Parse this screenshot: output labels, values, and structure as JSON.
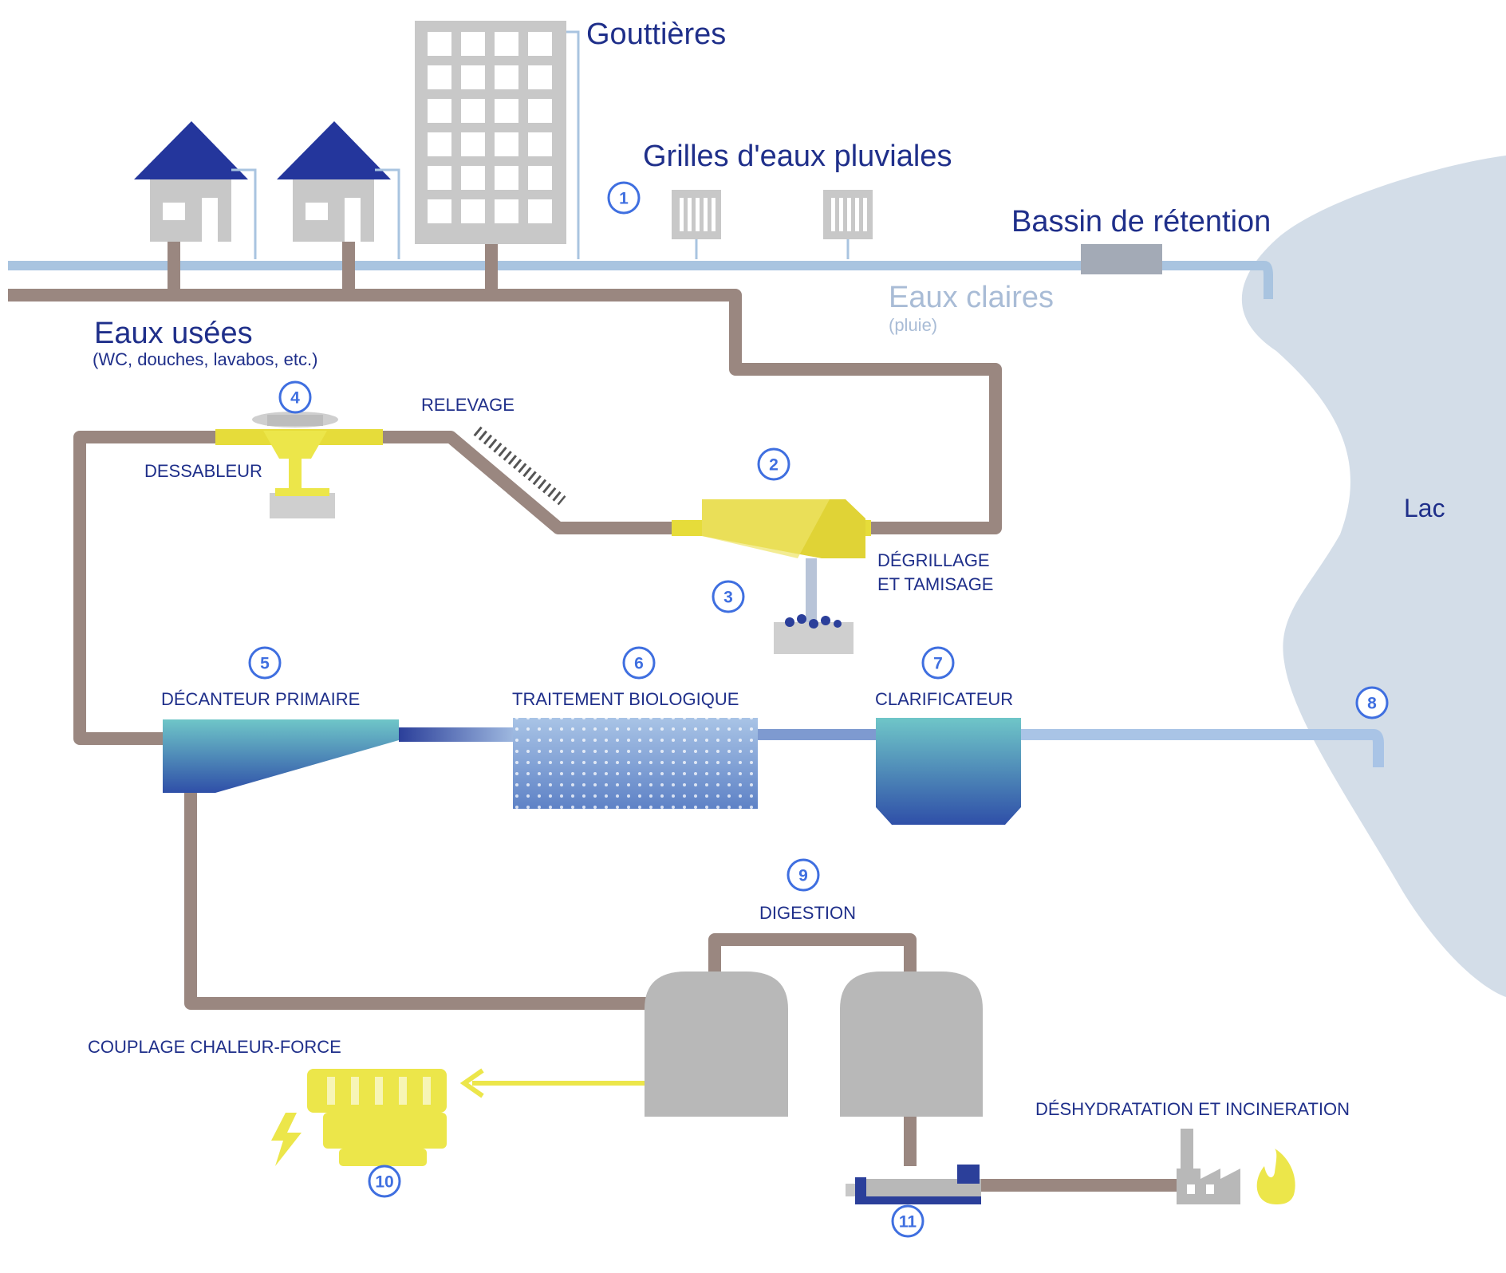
{
  "labels": {
    "gouttieres": "Gouttières",
    "grilles": "Grilles d'eaux pluviales",
    "bassin": "Bassin de rétention",
    "eaux_claires": "Eaux claires",
    "eaux_claires_sub": "(pluie)",
    "eaux_usees": "Eaux usées",
    "eaux_usees_sub": "(WC, douches, lavabos, etc.)",
    "relevage": "RELEVAGE",
    "dessableur": "DESSABLEUR",
    "degrillage_1": "DÉGRILLAGE",
    "degrillage_2": "ET TAMISAGE",
    "decanteur": "DÉCANTEUR PRIMAIRE",
    "traitement": "TRAITEMENT BIOLOGIQUE",
    "clarificateur": "CLARIFICATEUR",
    "lac": "Lac",
    "digestion": "DIGESTION",
    "couplage": "COUPLAGE CHALEUR-FORCE",
    "deshydratation": "DÉSHYDRATATION ET INCINERATION"
  },
  "badges": [
    "1",
    "2",
    "3",
    "4",
    "5",
    "6",
    "7",
    "8",
    "9",
    "10",
    "11"
  ],
  "colors": {
    "dark_blue": "#1f2f8a",
    "light_blue_text": "#a9bcd6",
    "badge_blue": "#3f6fe0",
    "pipe_brown": "#9a8780",
    "pipe_light_blue": "#a9c4e0",
    "yellow": "#e6dc3a",
    "lake": "#d3dde8",
    "grey_building": "#c8c8c8",
    "roof": "#24369c"
  }
}
